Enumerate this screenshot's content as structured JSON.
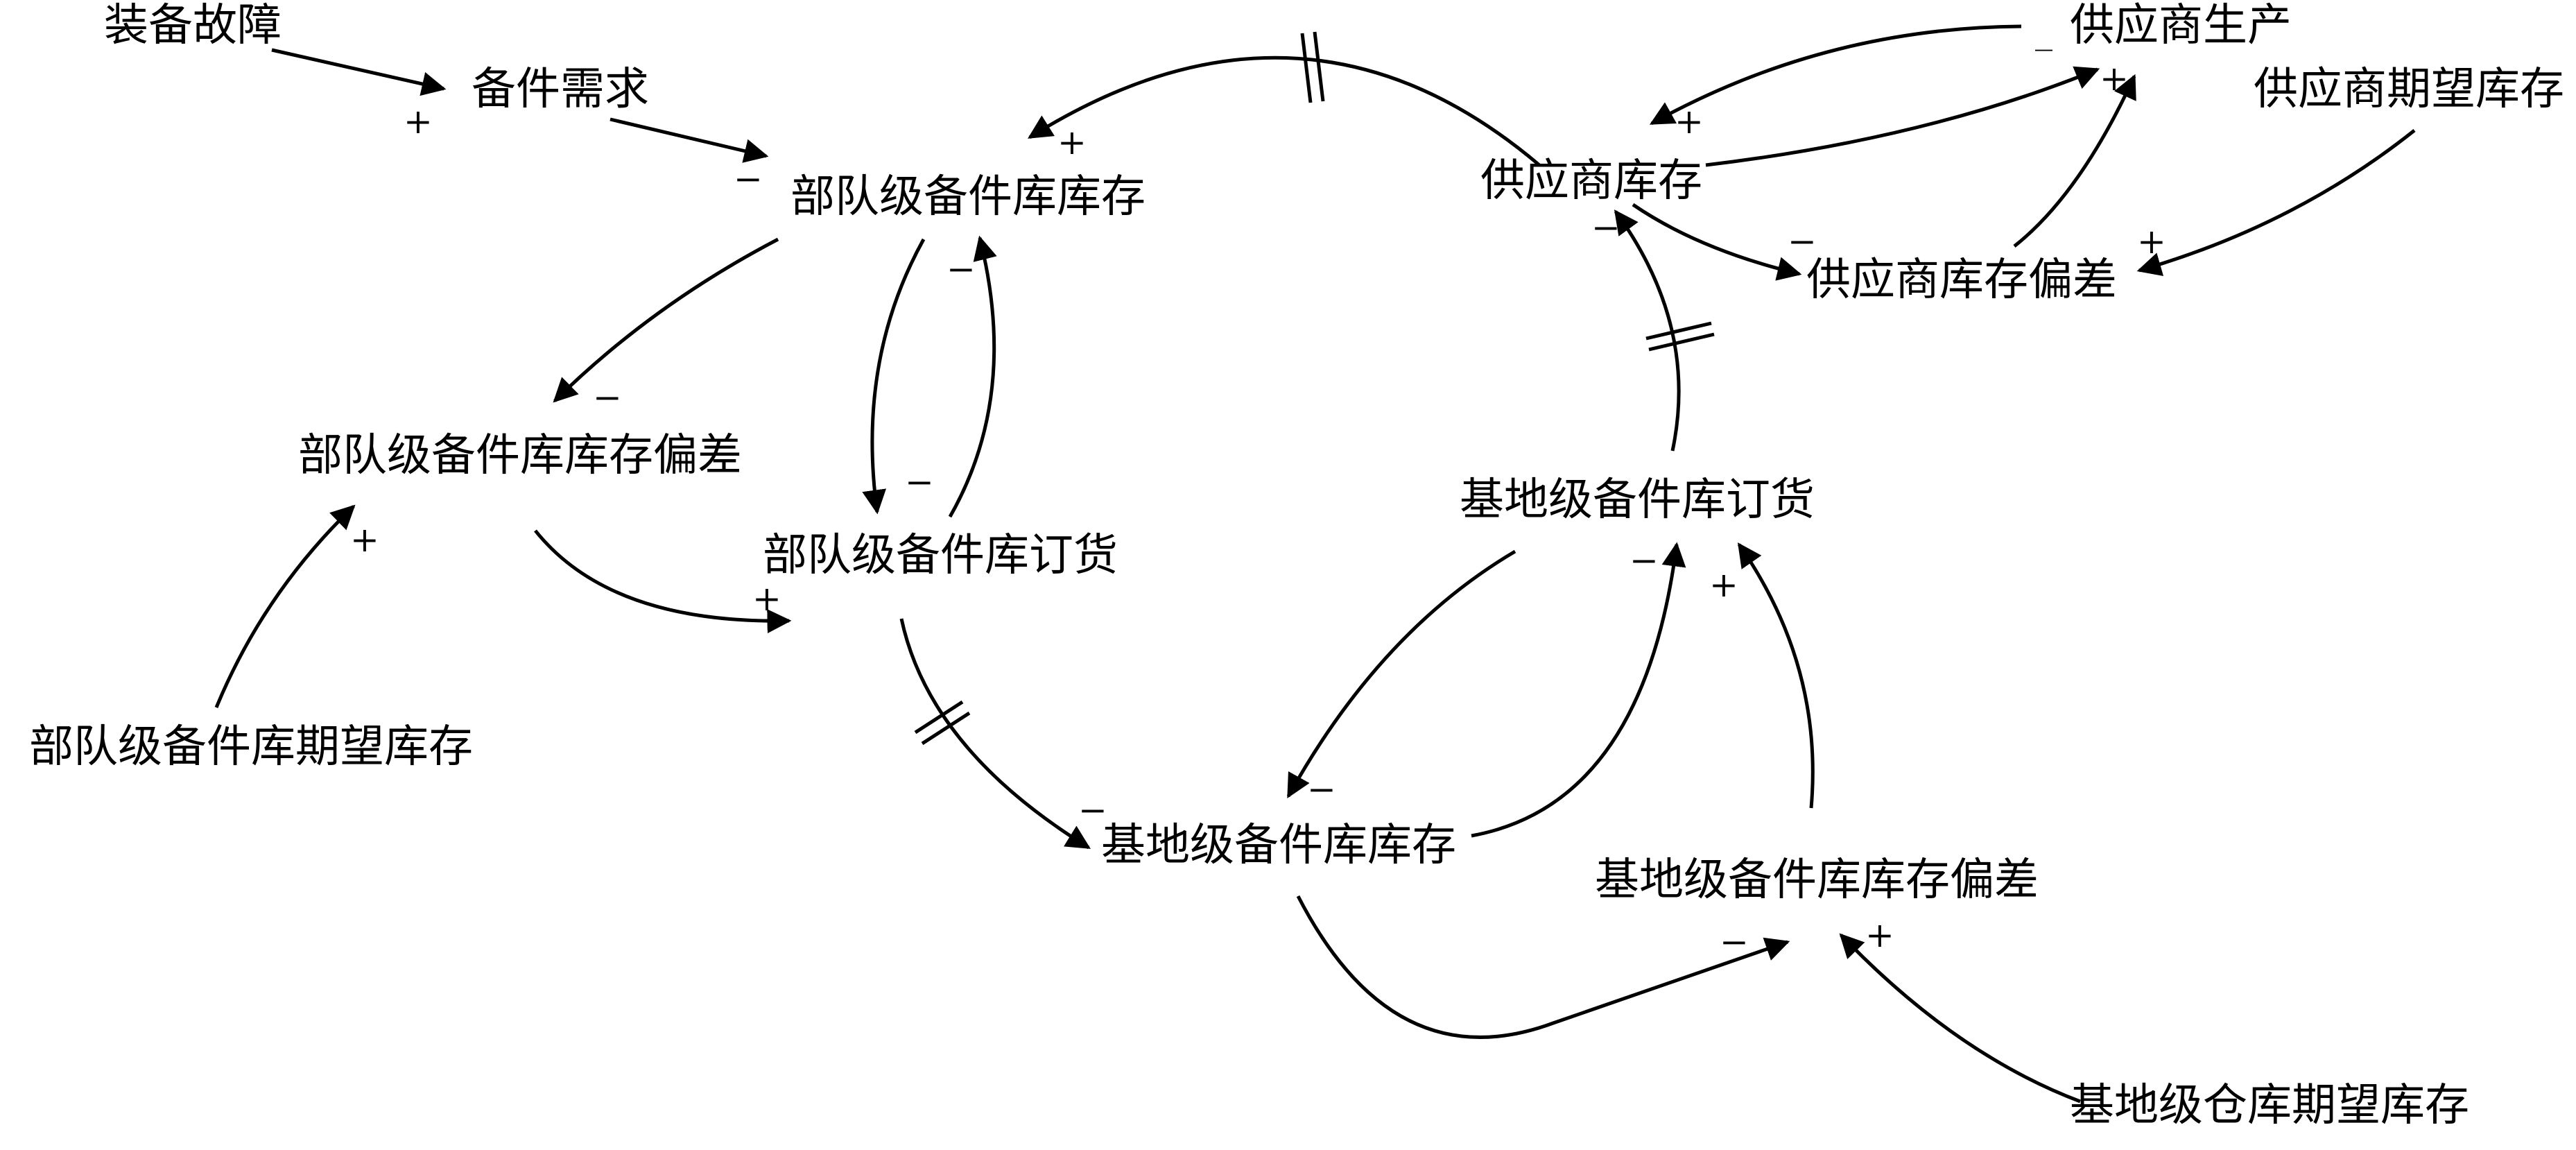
{
  "nodes": {
    "equipment_failure": "装备故障",
    "spare_demand": "备件需求",
    "unit_inventory": "部队级备件库库存",
    "unit_inventory_gap": "部队级备件库库存偏差",
    "unit_desired_inventory": "部队级备件库期望库存",
    "unit_order": "部队级备件库订货",
    "base_inventory": "基地级备件库库存",
    "base_order": "基地级备件库订货",
    "base_inventory_gap": "基地级备件库库存偏差",
    "base_desired_inventory": "基地级仓库期望库存",
    "supplier_inventory": "供应商库存",
    "supplier_production": "供应商生产",
    "supplier_inventory_gap": "供应商库存偏差",
    "supplier_desired_inventory": "供应商期望库存"
  },
  "signs": {
    "failure_to_demand": "+",
    "demand_to_unit_inventory": "−",
    "supplier_to_unit_inventory": "+",
    "unit_order_to_unit_inventory": "−",
    "unit_inventory_to_unit_gap": "−",
    "unit_desired_to_unit_gap": "+",
    "unit_gap_to_unit_order": "+",
    "unit_inventory_to_unit_order": "−",
    "unit_order_to_base_inventory": "−",
    "base_order_to_base_inventory": "−",
    "base_inventory_to_base_order": "−",
    "base_gap_to_base_order": "+",
    "base_inventory_to_base_gap": "−",
    "base_desired_to_base_gap": "+",
    "base_order_to_supplier_inventory": "−",
    "production_to_supplier_inventory": "+",
    "supplier_inventory_to_production": "_",
    "supplier_gap_to_production": "+",
    "supplier_inventory_to_supplier_gap": "−",
    "supplier_desired_to_supplier_gap": "+"
  }
}
